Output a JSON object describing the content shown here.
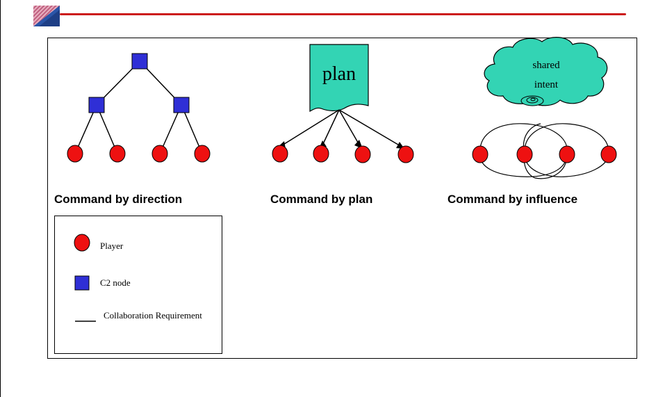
{
  "slide": {
    "accent_color": "#cc1a1a",
    "node_color": "#2f2fd6",
    "player_color": "#ee1111",
    "cloud_color": "#33d4b4"
  },
  "diagrams": [
    {
      "caption": "Command by direction"
    },
    {
      "caption": "Command by plan",
      "box_label": "plan"
    },
    {
      "caption": "Command by influence",
      "cloud_line1": "shared",
      "cloud_line2": "intent"
    }
  ],
  "legend": {
    "items": [
      {
        "icon": "red-circle-icon",
        "label": "Player"
      },
      {
        "icon": "blue-square-icon",
        "label": "C2 node"
      },
      {
        "icon": "line-icon",
        "label": "Collaboration Requirement"
      }
    ]
  }
}
